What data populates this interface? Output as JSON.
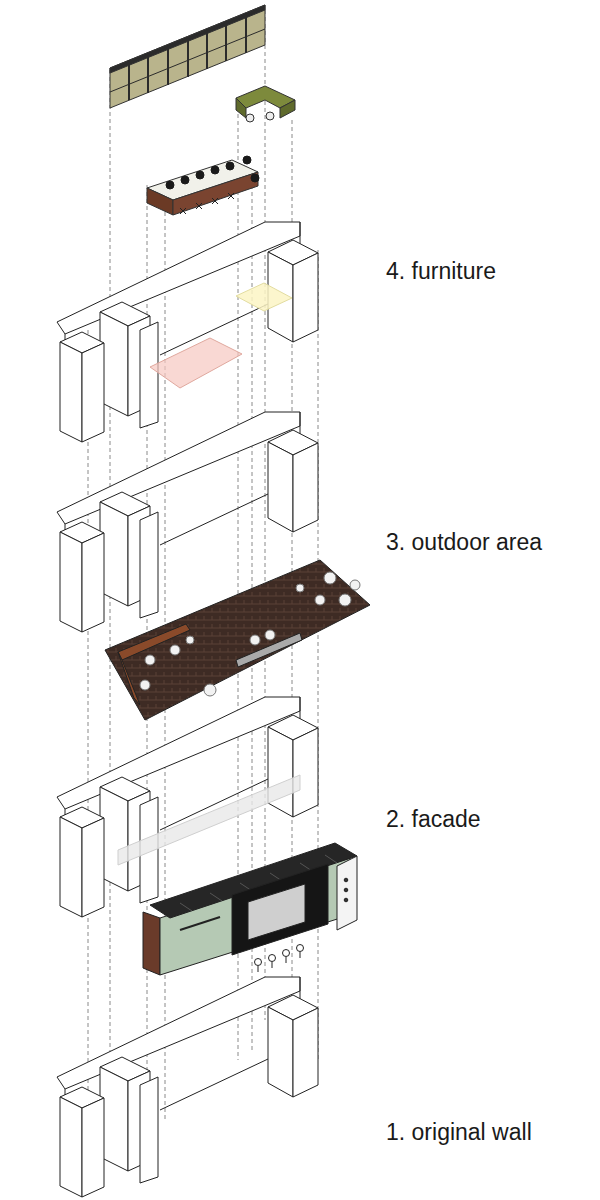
{
  "diagram": {
    "labels": [
      "4. furniture",
      "3. outdoor area",
      "2. facade",
      "1. original wall"
    ]
  }
}
